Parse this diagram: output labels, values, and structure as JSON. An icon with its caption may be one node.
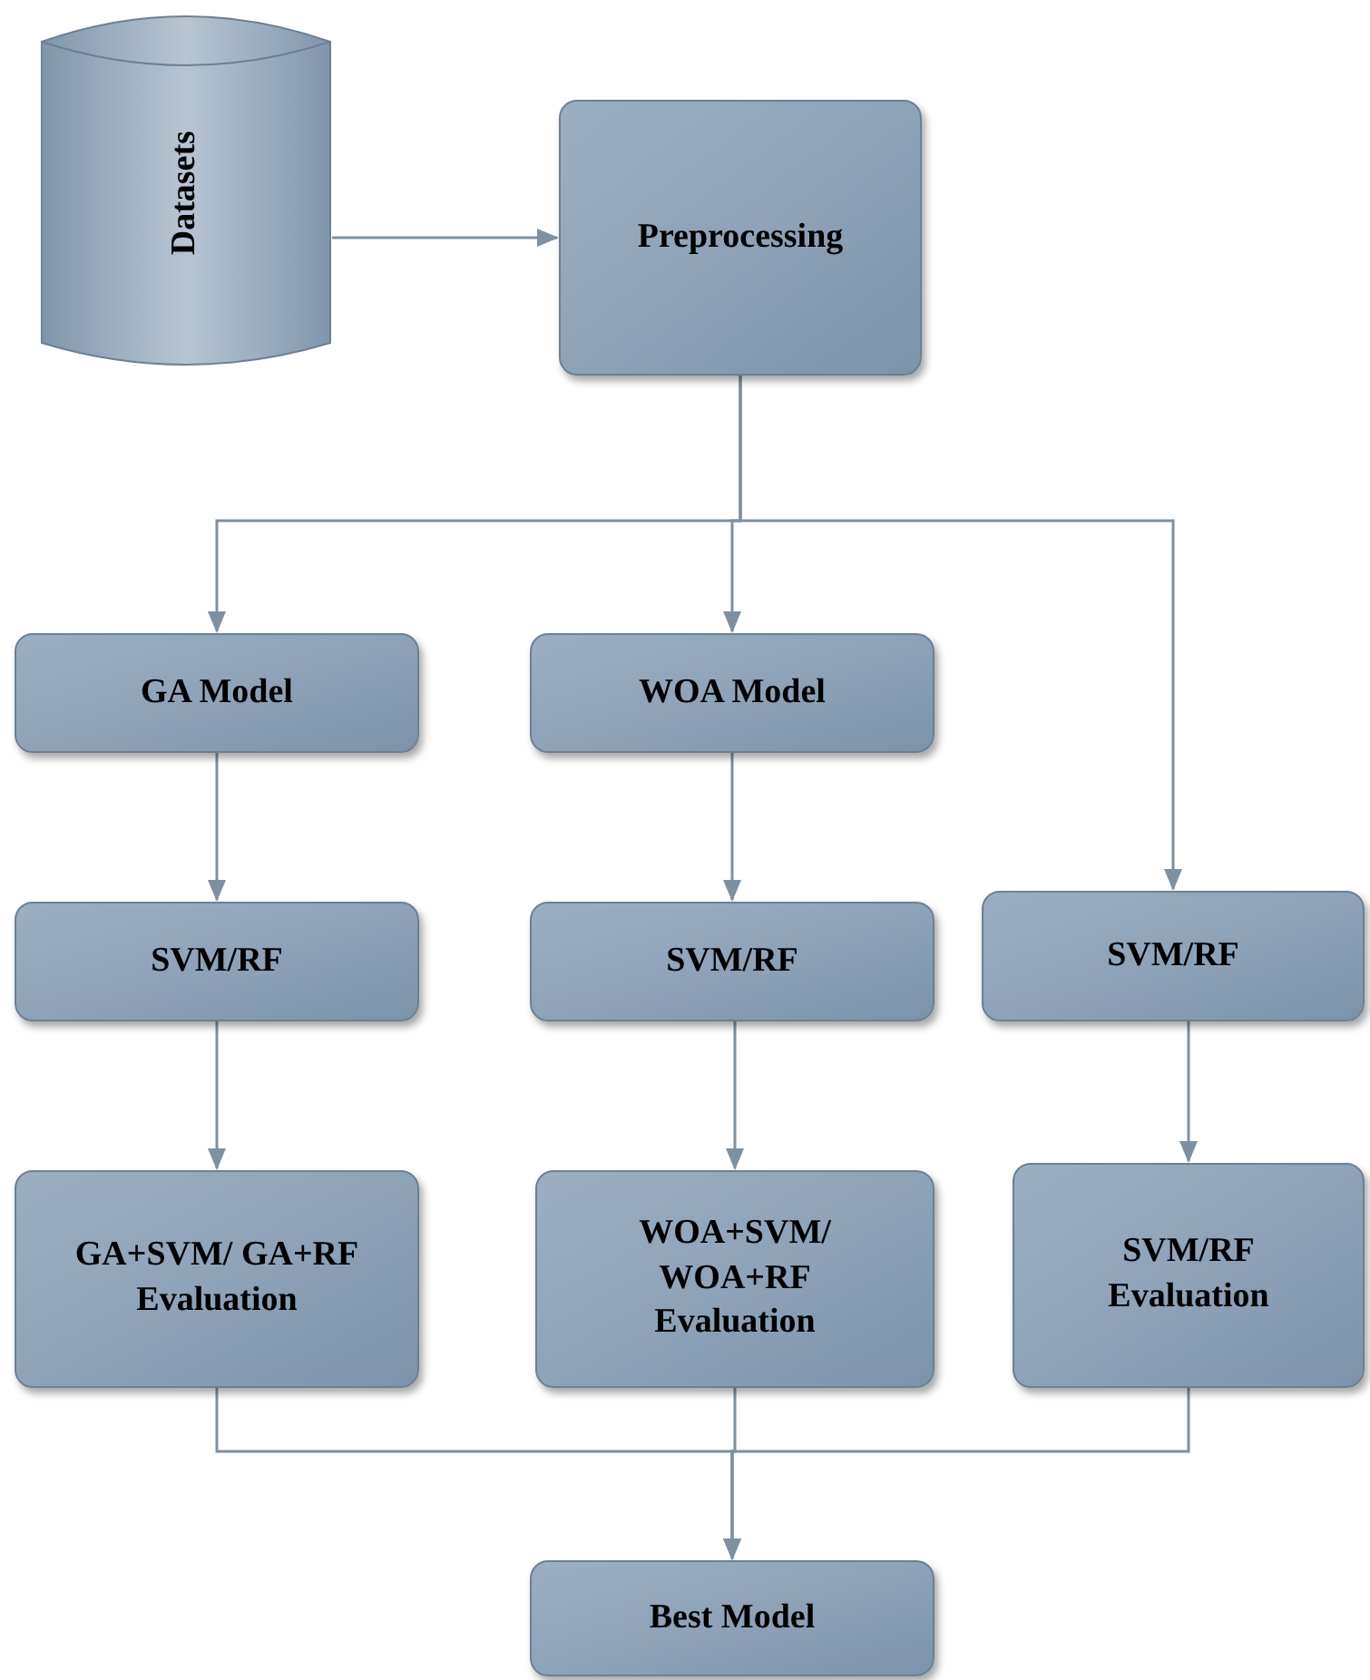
{
  "diagram": {
    "nodes": [
      {
        "text": [
          "Datasets"
        ]
      },
      {
        "text": [
          "Preprocessing"
        ]
      },
      {
        "text": [
          "GA Model"
        ]
      },
      {
        "text": [
          "WOA Model"
        ]
      },
      {
        "text": [
          "SVM/RF"
        ]
      },
      {
        "text": [
          "SVM/RF"
        ]
      },
      {
        "text": [
          "SVM/RF"
        ]
      },
      {
        "text": [
          "GA+SVM/ GA+RF Evaluation"
        ]
      },
      {
        "text": [
          "WOA+SVM/ WOA+RF Evaluation"
        ]
      },
      {
        "text": [
          "SVM/RF Evaluation"
        ]
      },
      {
        "text": [
          "Best Model"
        ]
      }
    ],
    "edges": [
      {
        "from": 0,
        "to": 1,
        "arrow": "to"
      },
      {
        "from": 1,
        "to": 2,
        "arrow": "to"
      },
      {
        "from": 1,
        "to": 3,
        "arrow": "to"
      },
      {
        "from": 1,
        "to": 6,
        "arrow": "to"
      },
      {
        "from": 2,
        "to": 4,
        "arrow": "to"
      },
      {
        "from": 3,
        "to": 5,
        "arrow": "to"
      },
      {
        "from": 4,
        "to": 7,
        "arrow": "to"
      },
      {
        "from": 5,
        "to": 8,
        "arrow": "to"
      },
      {
        "from": 6,
        "to": 9,
        "arrow": "to"
      },
      {
        "from": 7,
        "to": 10,
        "arrow": "to"
      },
      {
        "from": 8,
        "to": 10,
        "arrow": "to"
      },
      {
        "from": 9,
        "to": 10,
        "arrow": "to"
      }
    ]
  }
}
